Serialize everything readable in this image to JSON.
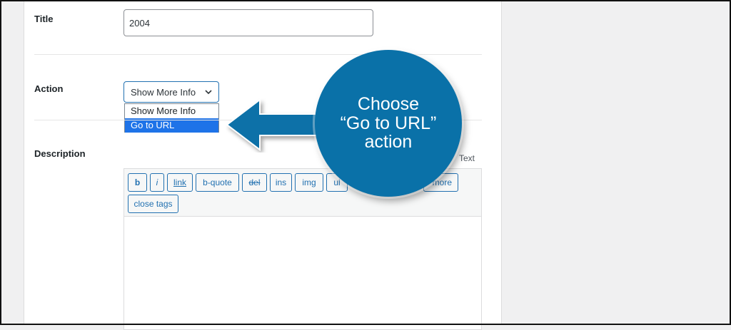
{
  "form": {
    "title_label": "Title",
    "title_value": "2004",
    "action_label": "Action",
    "action_selected": "Show More Info",
    "action_options": [
      "Show More Info",
      "Go to URL"
    ],
    "description_label": "Description",
    "editor_tab_text": "Text"
  },
  "quicktags": [
    "b",
    "i",
    "link",
    "b-quote",
    "del",
    "ins",
    "img",
    "ul",
    "more",
    "close tags"
  ],
  "callout": {
    "lines": [
      "Choose",
      "“Go to URL”",
      "action"
    ],
    "color": "#0a71a8"
  },
  "colors": {
    "accent": "#2271b1",
    "selected_option": "#1e73e8"
  }
}
